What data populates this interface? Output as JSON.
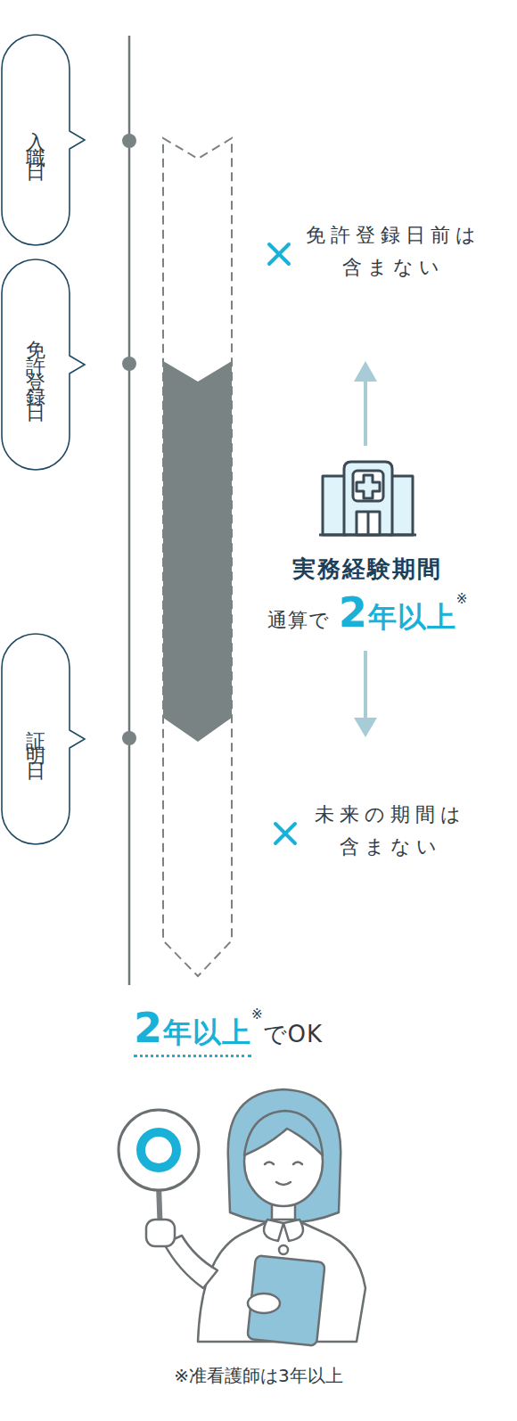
{
  "diagram": {
    "nodes": [
      {
        "text": [
          "入職日"
        ]
      },
      {
        "text": [
          "免許登録日"
        ]
      },
      {
        "text": [
          "証明日"
        ]
      }
    ],
    "labels": [
      "免許登録日前は 含まない",
      "実務経験期間",
      "通算で",
      "2年以上",
      "※",
      "未来の期間は 含まない",
      "2年以上",
      "※",
      "でOK",
      "※准看護師は3年以上"
    ]
  }
}
